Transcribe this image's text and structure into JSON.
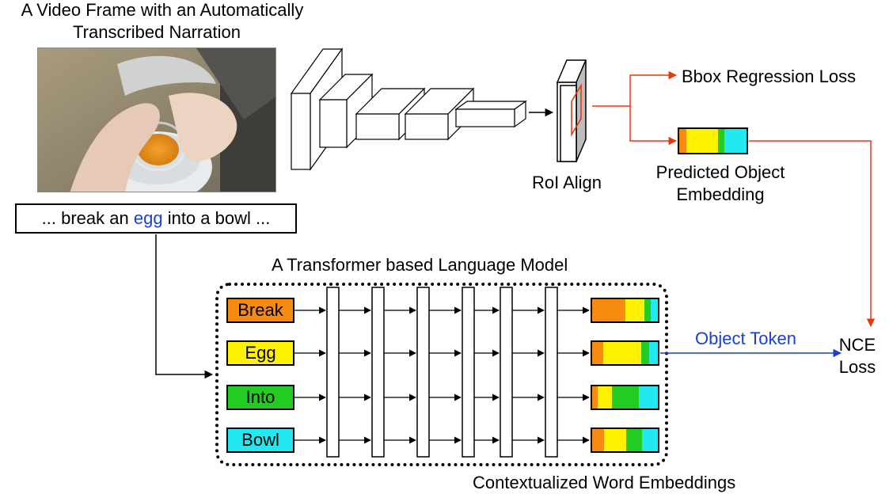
{
  "title_line1": "A Video Frame with an Automatically",
  "title_line2": "Transcribed Narration",
  "narration": {
    "prefix": "... break an ",
    "highlight": "egg",
    "suffix": " into a bowl ..."
  },
  "roi_label": "RoI Align",
  "bbox_label": "Bbox Regression Loss",
  "pred_label_line1": "Predicted Object",
  "pred_label_line2": "Embedding",
  "transformer_label": "A Transformer based Language Model",
  "tokens": [
    {
      "label": "Break",
      "color": "#f68b0f"
    },
    {
      "label": "Egg",
      "color": "#fff200"
    },
    {
      "label": "Into",
      "color": "#22cc22"
    },
    {
      "label": "Bowl",
      "color": "#22e8f0"
    }
  ],
  "object_token_label": "Object Token",
  "nce_line1": "NCE",
  "nce_line2": "Loss",
  "contextual_label": "Contextualized Word Embeddings",
  "colors": {
    "orange": "#f68b0f",
    "yellow": "#fff200",
    "green": "#22cc22",
    "cyan": "#22e8f0",
    "red_arrow": "#e8380e",
    "blue_arrow": "#1a3fd8"
  }
}
